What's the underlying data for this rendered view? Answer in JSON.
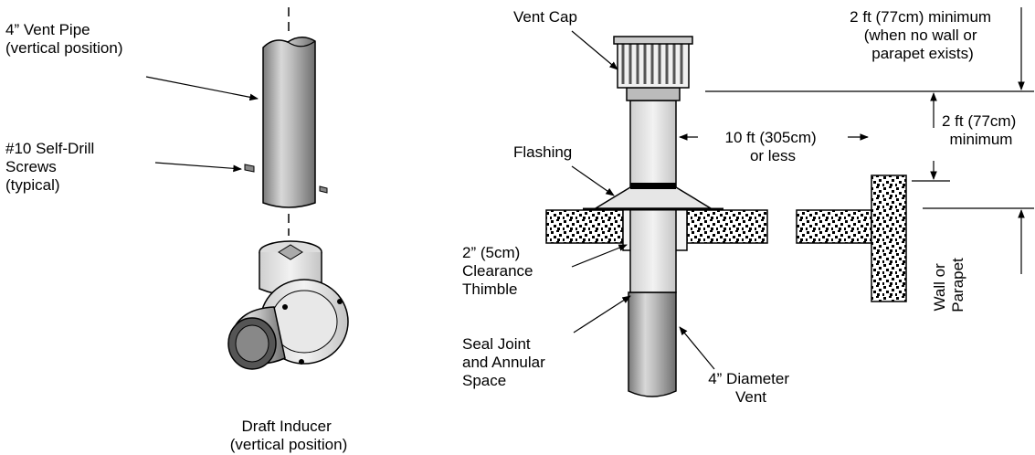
{
  "labels": {
    "vent_pipe": [
      "4” Vent Pipe",
      "(vertical position)"
    ],
    "screws": [
      "#10 Self-Drill",
      "Screws",
      "(typical)"
    ],
    "draft_inducer": [
      "Draft Inducer",
      "(vertical position)"
    ],
    "vent_cap": "Vent Cap",
    "flashing": "Flashing",
    "clearance": [
      "2” (5cm)",
      "Clearance",
      "Thimble"
    ],
    "seal_joint": [
      "Seal Joint",
      "and Annular",
      "Space"
    ],
    "diameter_vent": [
      "4” Diameter",
      "Vent"
    ],
    "distance": [
      "10 ft (305cm)",
      "or less"
    ],
    "min_top": [
      "2 ft (77cm) minimum",
      "(when no wall or",
      "parapet exists)"
    ],
    "min_mid": [
      "2 ft (77cm)",
      "minimum"
    ],
    "wall": [
      "Wall or",
      "Parapet"
    ]
  }
}
